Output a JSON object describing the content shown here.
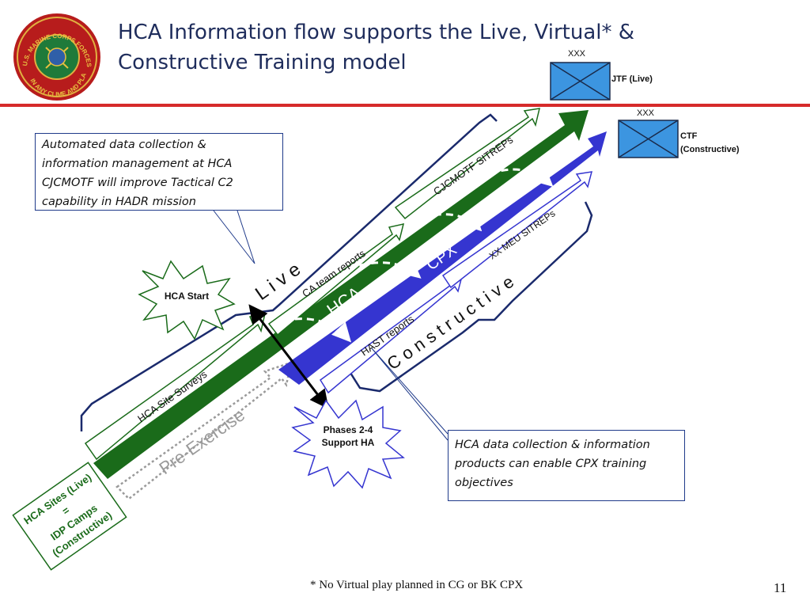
{
  "title": {
    "line1": "HCA Information flow supports the Live, Virtual* &",
    "line2": "Constructive Training model"
  },
  "logo": {
    "top_text": "U.S. MARINE CORPS FORCES PACIFIC",
    "bottom_text": "IN ANY CLIME AND PLACE"
  },
  "units": {
    "jtf": {
      "echelon": "XXX",
      "label": "JTF (Live)"
    },
    "ctf": {
      "echelon": "XXX",
      "label_line1": "CTF",
      "label_line2": "(Constructive)"
    }
  },
  "callouts": {
    "top": "Automated data collection & information management at HCA CJCMOTF will improve Tactical C2 capability in HADR mission",
    "bottom": "HCA data collection & information products can enable CPX training objectives"
  },
  "arrows": {
    "green_reports": [
      "HCA Site Surveys",
      "CA team reports",
      "CJCMOTF SITREPs"
    ],
    "blue_reports": [
      "HAST reports",
      "XX MEU SITREPs"
    ],
    "blue_labels": [
      "HCA",
      "CPX"
    ],
    "pre_exercise": "Pre-Exercise"
  },
  "braces": {
    "live": "L i v e",
    "constructive": "C o n s t r u c t i v e"
  },
  "bursts": {
    "start": "HCA Start",
    "phases_line1": "Phases 2-4",
    "phases_line2": "Support HA"
  },
  "sites_box": [
    "HCA Sites (Live)",
    "=",
    "IDP Camps",
    "(Constructive)"
  ],
  "footnote": "* No Virtual play planned in CG or BK CPX",
  "page_number": "11",
  "colors": {
    "title": "#1f2d5c",
    "green": "#1a6b1a",
    "blue": "#3535d0",
    "red_rule": "#d62a2a",
    "unit_fill": "#3c95e0"
  }
}
